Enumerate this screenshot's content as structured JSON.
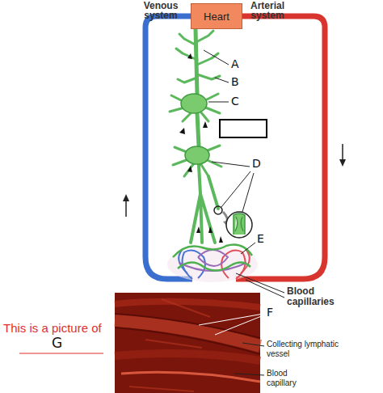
{
  "diagram": {
    "nodes": [
      {
        "text": [
          "Heart"
        ]
      }
    ],
    "labels": [
      "Venous system",
      "Arterial system",
      "A",
      "B",
      "C",
      "D",
      "E",
      "Blood capillaries",
      "F",
      "Collecting lymphatic vessel",
      "Blood capillary",
      "This is a picture of",
      "G"
    ]
  }
}
